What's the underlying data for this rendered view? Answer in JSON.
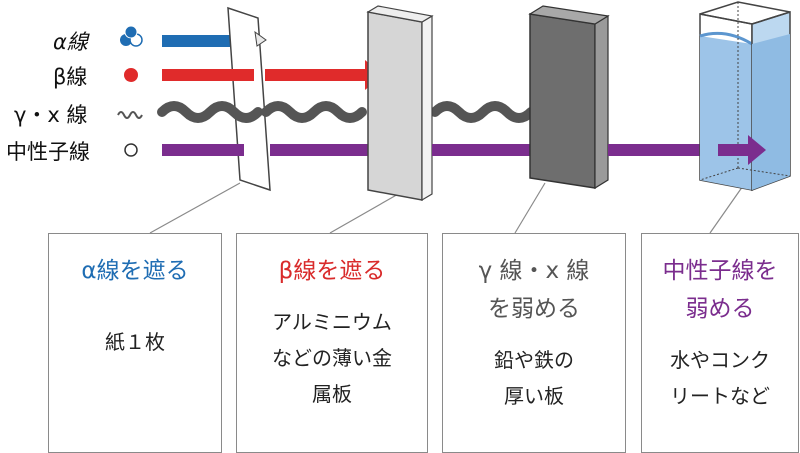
{
  "radiation_labels": {
    "alpha": "α線",
    "beta": "β線",
    "gamma_x": "γ・x 線",
    "neutron": "中性子線"
  },
  "boxes": [
    {
      "title": "α線を遮る",
      "desc": "紙１枚"
    },
    {
      "title": "β線を遮る",
      "desc": "アルミニウム\nなどの薄い金\n属板"
    },
    {
      "title": "γ 線・x 線\nを弱める",
      "desc": "鉛や鉄の\n厚い板"
    },
    {
      "title": "中性子線を\n弱める",
      "desc": "水やコンク\nリートなど"
    }
  ],
  "colors": {
    "alpha": "#1f6db3",
    "beta": "#e02b2b",
    "gamma_x": "#555555",
    "neutron": "#7b2d8e"
  }
}
